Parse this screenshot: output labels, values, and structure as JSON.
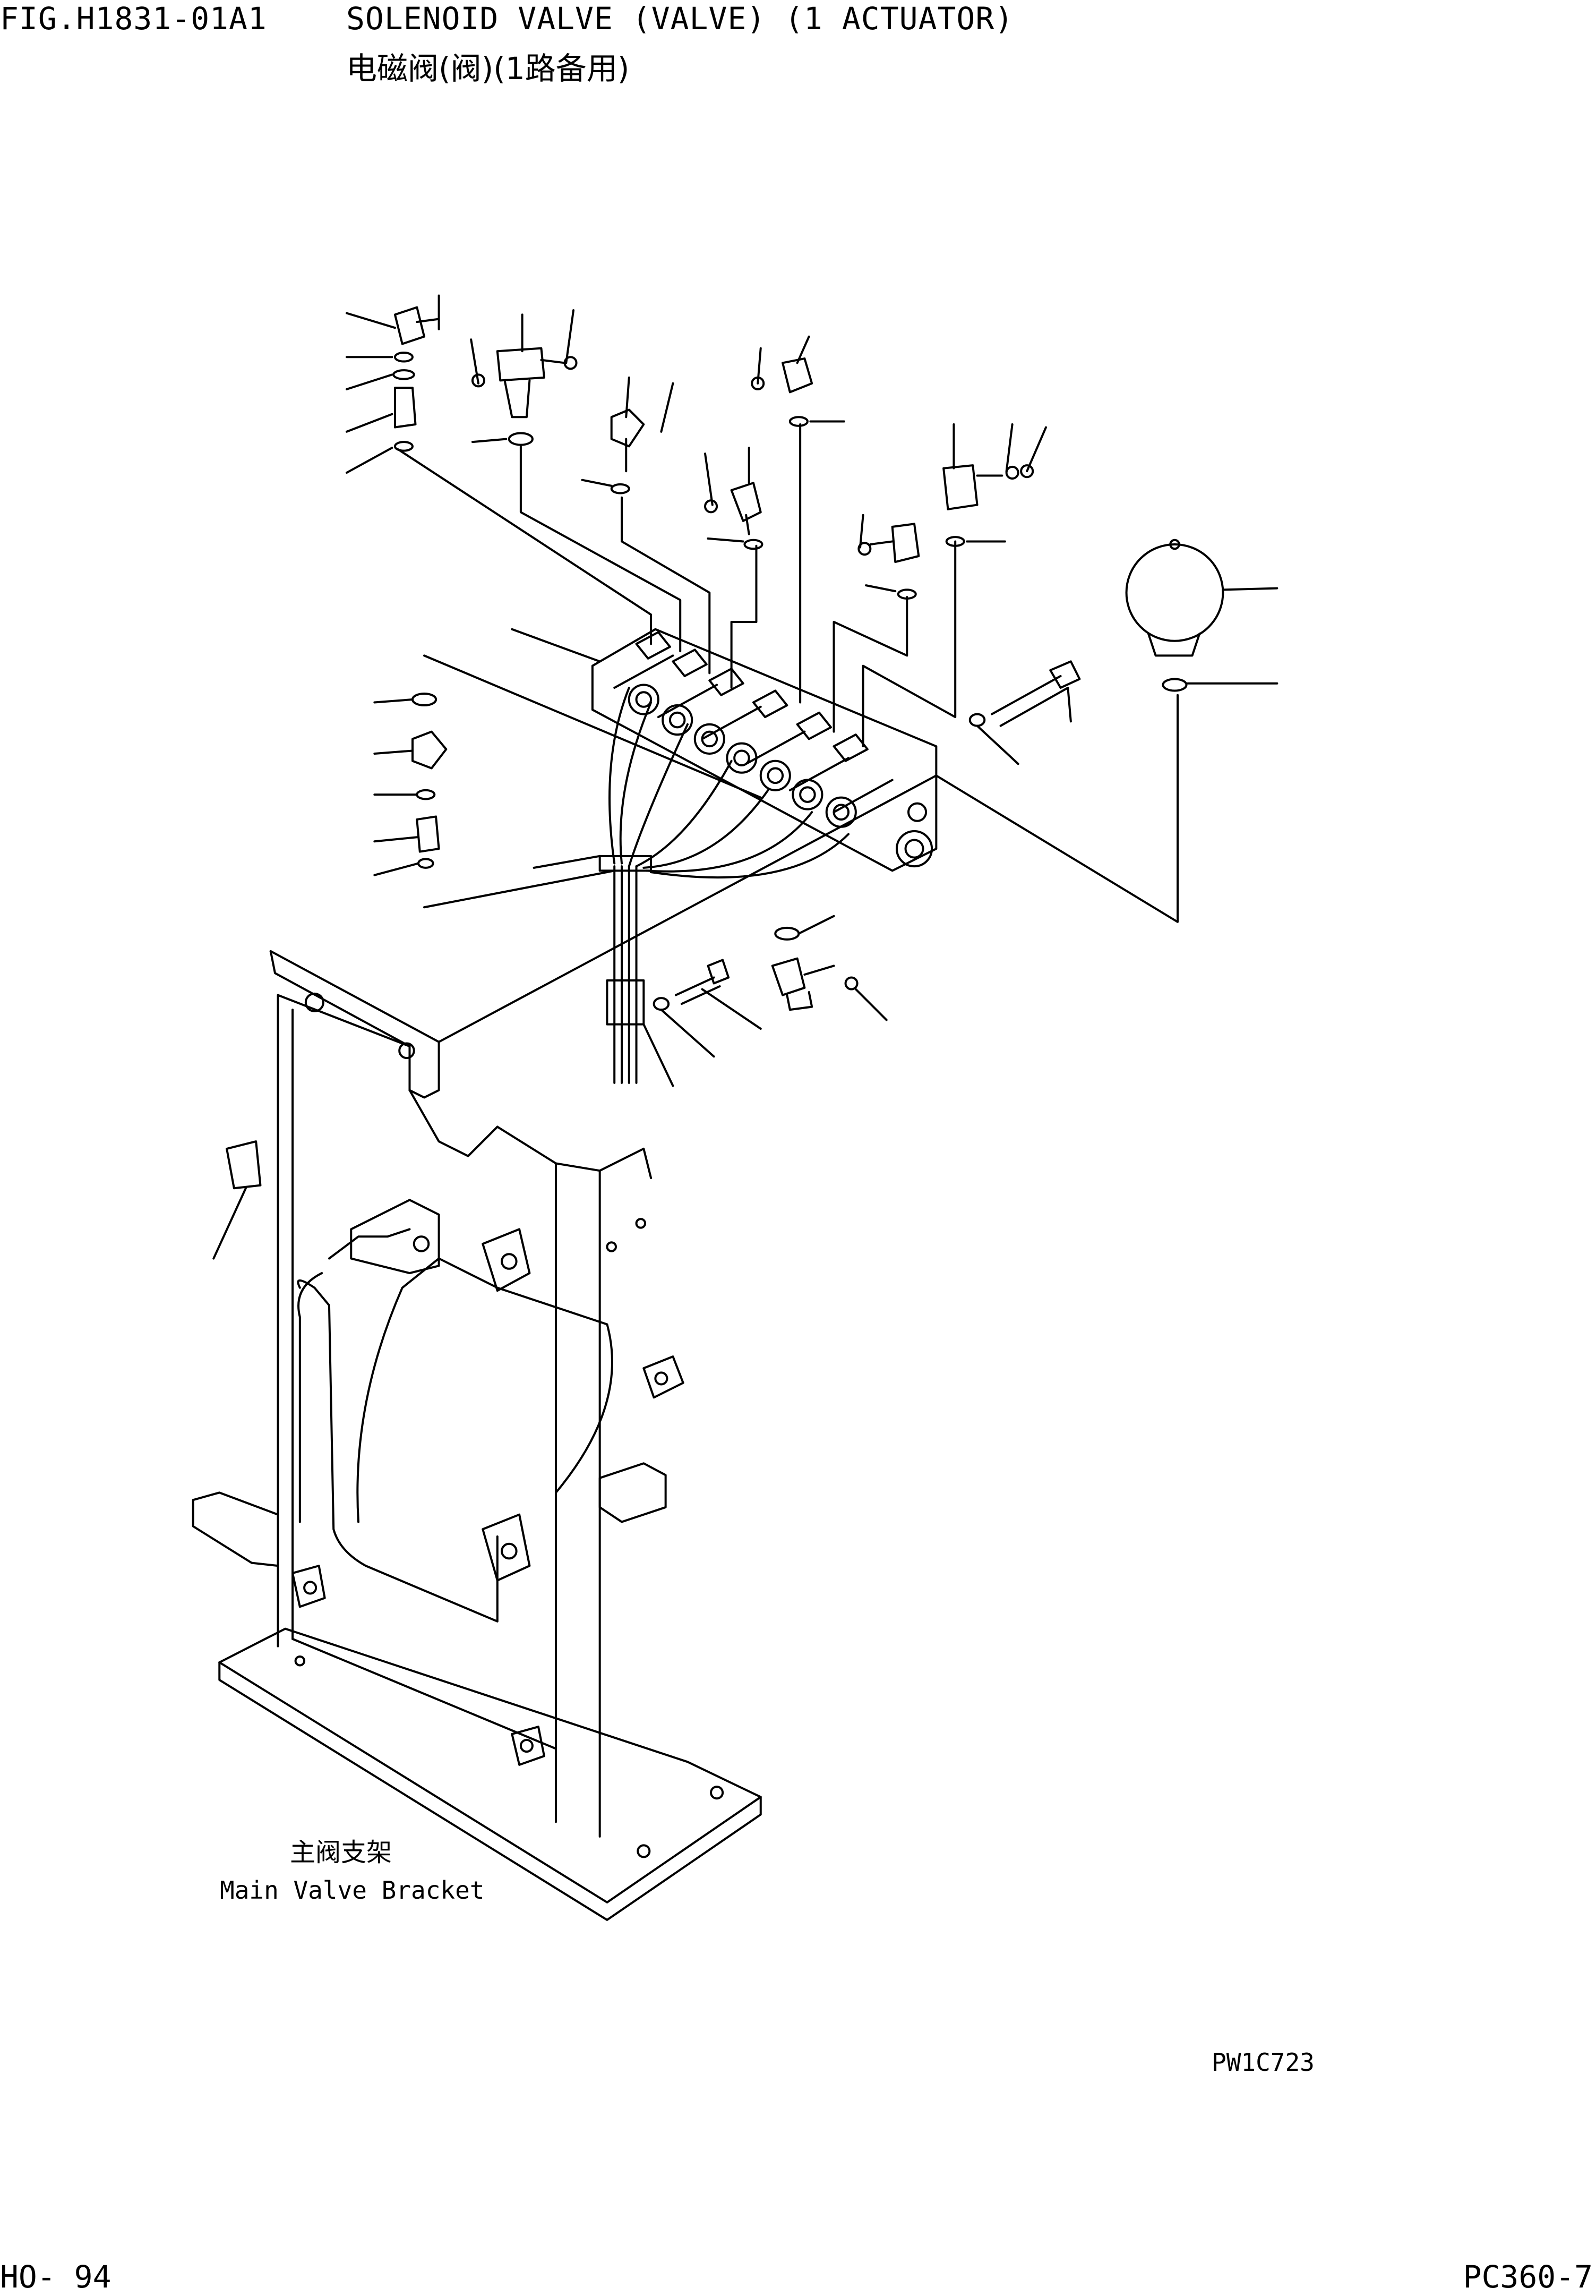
{
  "header": {
    "fig_id": "FIG.H1831-01A1",
    "title_en": "SOLENOID VALVE (VALVE) (1 ACTUATOR)",
    "title_cn": "电磁阀(阀)(1路备用)"
  },
  "bracket_label": {
    "cn": "主阀支架",
    "en": "Main Valve Bracket"
  },
  "drawing_code": "PW1C723",
  "footer": {
    "page": "HO- 94",
    "model": "PC360-7"
  }
}
